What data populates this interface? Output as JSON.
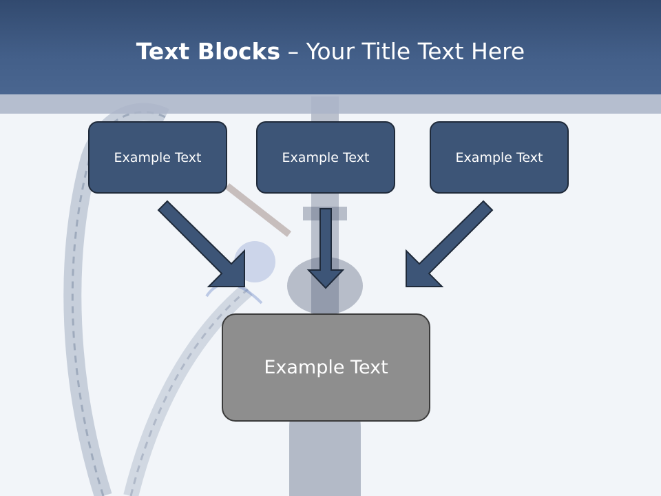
{
  "title": {
    "bold": "Text Blocks",
    "separator": " – ",
    "regular": "Your Title Text Here"
  },
  "blocks": {
    "top": [
      {
        "label": "Example Text"
      },
      {
        "label": "Example Text"
      },
      {
        "label": "Example Text"
      }
    ],
    "bottom": {
      "label": "Example Text"
    }
  },
  "colors": {
    "header": "#435f89",
    "top_box_fill": "#3d5577",
    "bottom_box_fill": "#8e8e8e",
    "arrow": "#3d5577"
  }
}
